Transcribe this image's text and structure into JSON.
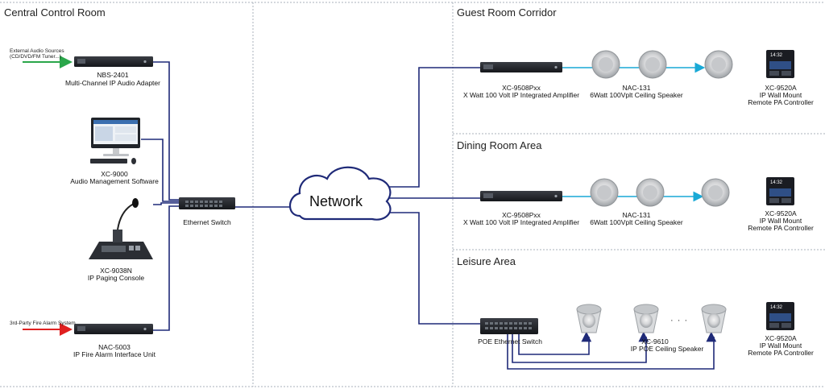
{
  "zones": {
    "central": {
      "title": "Central Control Room"
    },
    "guest": {
      "title": "Guest Room Corridor"
    },
    "dining": {
      "title": "Dining Room Area"
    },
    "leisure": {
      "title": "Leisure Area"
    }
  },
  "central_devices": {
    "nbs2401": {
      "model": "NBS-2401",
      "desc": "Multi-Channel IP Audio Adapter",
      "input_label": "External Audio Sources",
      "input_sub": "(CD/DVD/FM Tuner...)"
    },
    "xc9000": {
      "model": "XC-9000",
      "desc": "Audio Management Software"
    },
    "xc9038n": {
      "model": "XC-9038N",
      "desc": "IP Paging Console"
    },
    "nac5003": {
      "model": "NAC-5003",
      "desc": "IP Fire Alarm Interface Unit",
      "input_label": "3rd-Party Fire Alarm System"
    },
    "switch": {
      "label": "Ethernet Switch"
    }
  },
  "network": {
    "label": "Network"
  },
  "guest_devices": {
    "amp": {
      "model": "XC-9508Pxx",
      "desc": "X Watt 100 Volt IP Integrated Amplifier"
    },
    "speaker": {
      "model": "NAC-131",
      "desc": "6Watt 100Vplt Ceiling Speaker"
    },
    "controller": {
      "model": "XC-9520A",
      "desc1": "IP Wall Mount",
      "desc2": "Remote PA Controller",
      "screen_time": "14:32"
    }
  },
  "dining_devices": {
    "amp": {
      "model": "XC-9508Pxx",
      "desc": "X Watt 100 Volt IP Integrated Amplifier"
    },
    "speaker": {
      "model": "NAC-131",
      "desc": "6Watt 100Vplt Ceiling Speaker"
    },
    "controller": {
      "model": "XC-9520A",
      "desc1": "IP Wall Mount",
      "desc2": "Remote PA Controller",
      "screen_time": "14:32"
    }
  },
  "leisure_devices": {
    "switch": {
      "label": "POE  Ethernet Switch"
    },
    "speaker": {
      "model": "XC-9610",
      "desc": "IP POE Ceiling Speaker",
      "ellipsis": "· · ·"
    },
    "controller": {
      "model": "XC-9520A",
      "desc1": "IP Wall Mount",
      "desc2": "Remote PA Controller",
      "screen_time": "14:32"
    }
  },
  "colors": {
    "wire": "#1f2a78",
    "speaker_link": "#19a9d6",
    "audio_in": "#2aa64a",
    "alarm_in": "#e02020",
    "divider": "#aab0bb"
  }
}
